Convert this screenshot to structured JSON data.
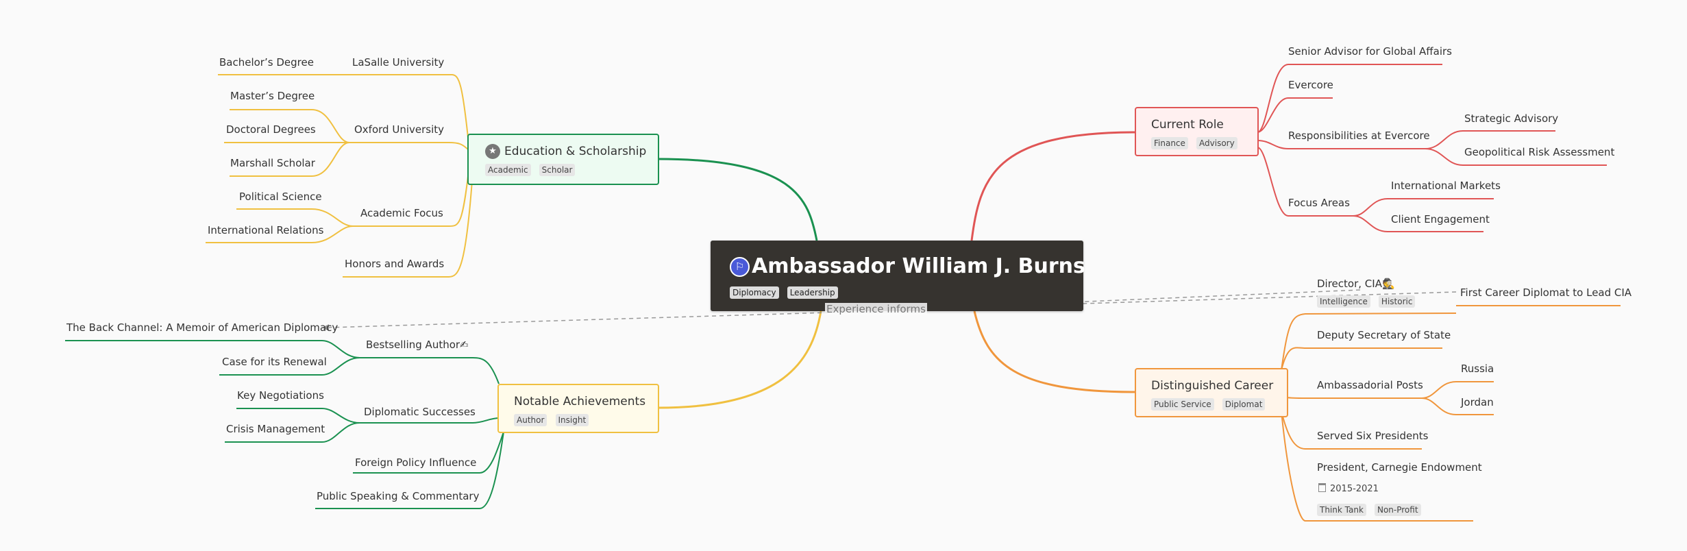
{
  "root": {
    "title": "Ambassador William J. Burns",
    "icon": "flag-icon",
    "tags": [
      "Diplomacy",
      "Leadership"
    ]
  },
  "cross_link_label": "Experience informs",
  "branches": {
    "current_role": {
      "title": "Current Role",
      "color": "#e05555",
      "fill": "#fff0f0",
      "tags": [
        "Finance",
        "Advisory"
      ],
      "children": {
        "senior_advisor": "Senior Advisor for Global Affairs",
        "evercore": "Evercore",
        "responsibilities": "Responsibilities at Evercore",
        "strategic_advisory": "Strategic Advisory",
        "geopolitical_risk": "Geopolitical Risk Assessment",
        "focus_areas": "Focus Areas",
        "international_markets": "International Markets",
        "client_engagement": "Client Engagement"
      }
    },
    "career": {
      "title": "Distinguished Career",
      "color": "#f0963c",
      "fill": "#fff5ea",
      "tags": [
        "Public Service",
        "Diplomat"
      ],
      "children": {
        "director_cia": "Director, CIA🕵",
        "director_tags": [
          "Intelligence",
          "Historic"
        ],
        "first_career_diplomat": "First Career Diplomat to Lead CIA",
        "deputy_secretary": "Deputy Secretary of State",
        "ambassadorial_posts": "Ambassadorial Posts",
        "russia": "Russia",
        "jordan": "Jordan",
        "six_presidents": "Served Six Presidents",
        "carnegie": "President, Carnegie Endowment",
        "carnegie_dates": "2015-2021",
        "carnegie_tags": [
          "Think Tank",
          "Non-Profit"
        ]
      }
    },
    "education": {
      "title": "Education & Scholarship",
      "color": "#1a9150",
      "fill": "#edfbf2",
      "icon": "star-icon",
      "tags": [
        "Academic",
        "Scholar"
      ],
      "children": {
        "lasalle": "LaSalle University",
        "bachelors": "Bachelor’s Degree",
        "oxford": "Oxford University",
        "masters": "Master’s Degree",
        "doctoral": "Doctoral Degrees",
        "marshall": "Marshall Scholar",
        "academic_focus": "Academic Focus",
        "political_science": "Political Science",
        "international_relations": "International Relations",
        "honors": "Honors and Awards"
      },
      "line_color": "#f0c040"
    },
    "achievements": {
      "title": "Notable Achievements",
      "color": "#f0c040",
      "fill": "#fffbea",
      "tags": [
        "Author",
        "Insight"
      ],
      "children": {
        "bestselling": "Bestselling Author✍",
        "back_channel": "The Back Channel: A Memoir of American Diplomacy",
        "renewal": "Case for its Renewal",
        "diplomatic_successes": "Diplomatic Successes",
        "key_negotiations": "Key Negotiations",
        "crisis_management": "Crisis Management",
        "foreign_policy": "Foreign Policy Influence",
        "public_speaking": "Public Speaking & Commentary"
      },
      "line_color": "#1a9150"
    }
  }
}
